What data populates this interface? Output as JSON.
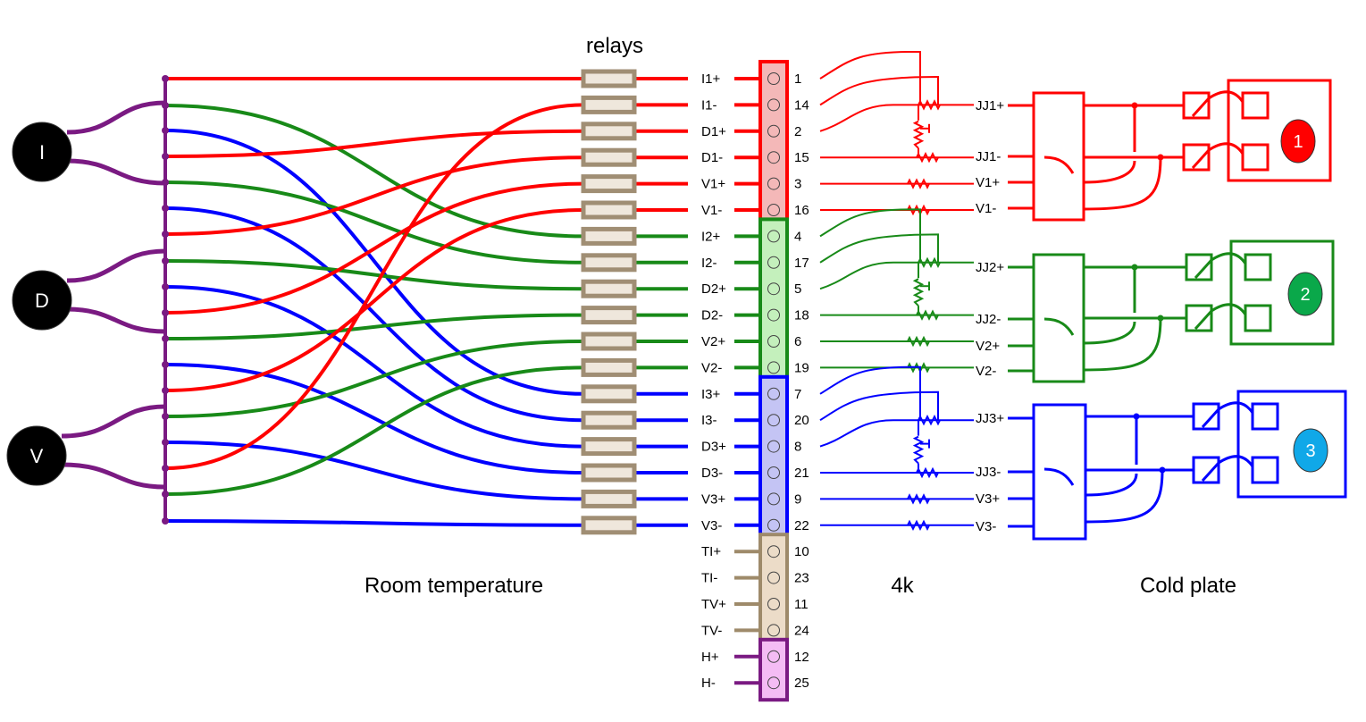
{
  "titles": {
    "relays": "relays",
    "room": "Room temperature",
    "k4": "4k",
    "cold": "Cold plate"
  },
  "sources": [
    "I",
    "D",
    "V"
  ],
  "pins": [
    {
      "label": "I1+",
      "num": "1",
      "group": "1"
    },
    {
      "label": "I1-",
      "num": "14",
      "group": "1"
    },
    {
      "label": "D1+",
      "num": "2",
      "group": "1"
    },
    {
      "label": "D1-",
      "num": "15",
      "group": "1"
    },
    {
      "label": "V1+",
      "num": "3",
      "group": "1"
    },
    {
      "label": "V1-",
      "num": "16",
      "group": "1"
    },
    {
      "label": "I2+",
      "num": "4",
      "group": "2"
    },
    {
      "label": "I2-",
      "num": "17",
      "group": "2"
    },
    {
      "label": "D2+",
      "num": "5",
      "group": "2"
    },
    {
      "label": "D2-",
      "num": "18",
      "group": "2"
    },
    {
      "label": "V2+",
      "num": "6",
      "group": "2"
    },
    {
      "label": "V2-",
      "num": "19",
      "group": "2"
    },
    {
      "label": "I3+",
      "num": "7",
      "group": "3"
    },
    {
      "label": "I3-",
      "num": "20",
      "group": "3"
    },
    {
      "label": "D3+",
      "num": "8",
      "group": "3"
    },
    {
      "label": "D3-",
      "num": "21",
      "group": "3"
    },
    {
      "label": "V3+",
      "num": "9",
      "group": "3"
    },
    {
      "label": "V3-",
      "num": "22",
      "group": "3"
    },
    {
      "label": "TI+",
      "num": "10",
      "group": "T"
    },
    {
      "label": "TI-",
      "num": "23",
      "group": "T"
    },
    {
      "label": "TV+",
      "num": "11",
      "group": "T"
    },
    {
      "label": "TV-",
      "num": "24",
      "group": "T"
    },
    {
      "label": "H+",
      "num": "12",
      "group": "H"
    },
    {
      "label": "H-",
      "num": "25",
      "group": "H"
    }
  ],
  "groups": [
    {
      "id": "1",
      "color": "#ff0000",
      "fill": "#f4b8b8",
      "badge": "1",
      "badge_color": "#ff0000",
      "cold_labels": [
        "JJ1+",
        "JJ1-",
        "V1+",
        "V1-"
      ]
    },
    {
      "id": "2",
      "color": "#188a18",
      "fill": "#c4f0bc",
      "badge": "2",
      "badge_color": "#0aa84a",
      "cold_labels": [
        "JJ2+",
        "JJ2-",
        "V2+",
        "V2-"
      ]
    },
    {
      "id": "3",
      "color": "#0000ff",
      "fill": "#c4c4f4",
      "badge": "3",
      "badge_color": "#10a8e8",
      "cold_labels": [
        "JJ3+",
        "JJ3-",
        "V3+",
        "V3-"
      ]
    },
    {
      "id": "T",
      "color": "#9e8a6a",
      "fill": "#ecdcc8"
    },
    {
      "id": "H",
      "color": "#7a1a82",
      "fill": "#f4bcf4"
    }
  ],
  "colors": {
    "purple": "#7a1a82",
    "relay_border": "#a08e74",
    "relay_fill": "#efe7dc"
  }
}
